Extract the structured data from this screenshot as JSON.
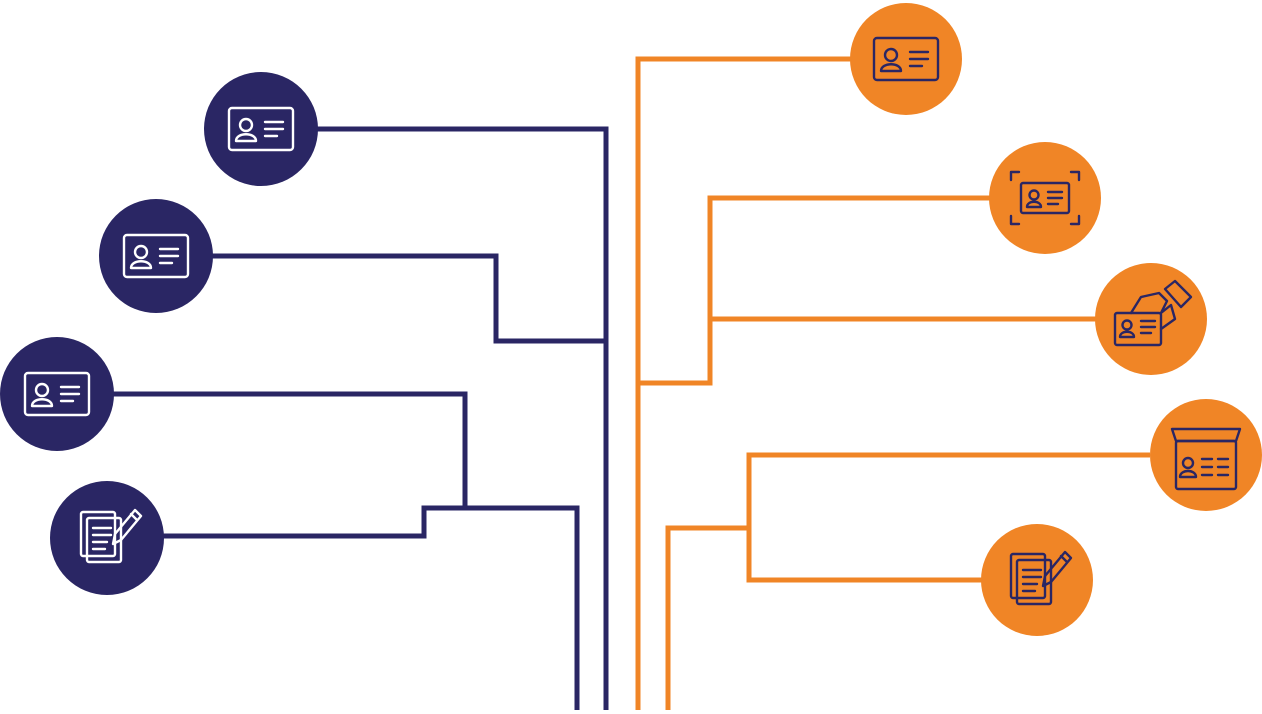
{
  "theme": {
    "navy": "#2a2664",
    "orange": "#f08526",
    "background": "#ffffff"
  },
  "diagram": {
    "type": "branching-tree",
    "left_branch": {
      "color_key": "navy",
      "nodes": [
        {
          "id": "left-node-1",
          "icon": "id-card-icon"
        },
        {
          "id": "left-node-2",
          "icon": "id-card-icon"
        },
        {
          "id": "left-node-3",
          "icon": "id-card-icon"
        },
        {
          "id": "left-node-4",
          "icon": "documents-pen-icon"
        }
      ]
    },
    "right_branch": {
      "color_key": "orange",
      "nodes": [
        {
          "id": "right-node-1",
          "icon": "id-card-icon"
        },
        {
          "id": "right-node-2",
          "icon": "id-card-scan-icon"
        },
        {
          "id": "right-node-3",
          "icon": "id-card-hand-scanner-icon"
        },
        {
          "id": "right-node-4",
          "icon": "id-card-reader-icon"
        },
        {
          "id": "right-node-5",
          "icon": "documents-pen-icon"
        }
      ]
    }
  }
}
